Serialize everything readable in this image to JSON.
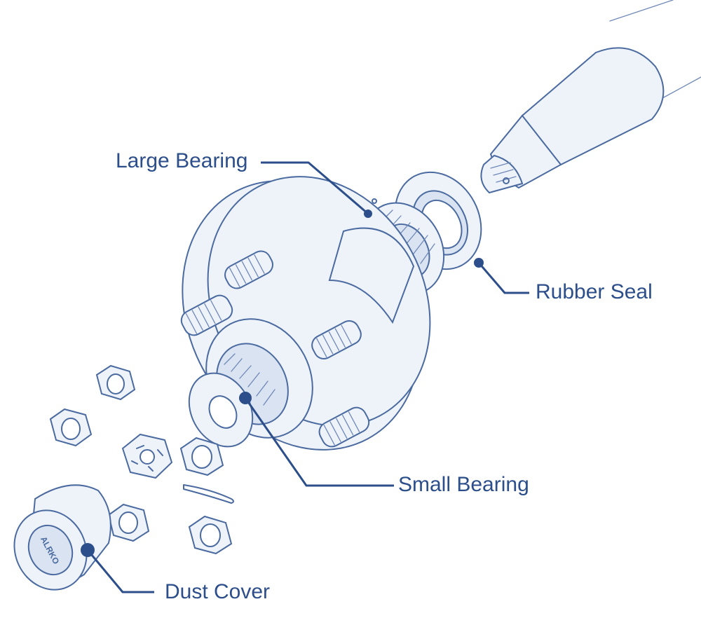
{
  "colors": {
    "label": "#2c4e8a",
    "line": "#4a6aa0",
    "fill": "#eef3fa",
    "background": "#ffffff"
  },
  "labels": {
    "large_bearing": "Large Bearing",
    "rubber_seal": "Rubber Seal",
    "small_bearing": "Small Bearing",
    "dust_cover": "Dust Cover"
  },
  "dust_cover_emblem": "ALRKO"
}
